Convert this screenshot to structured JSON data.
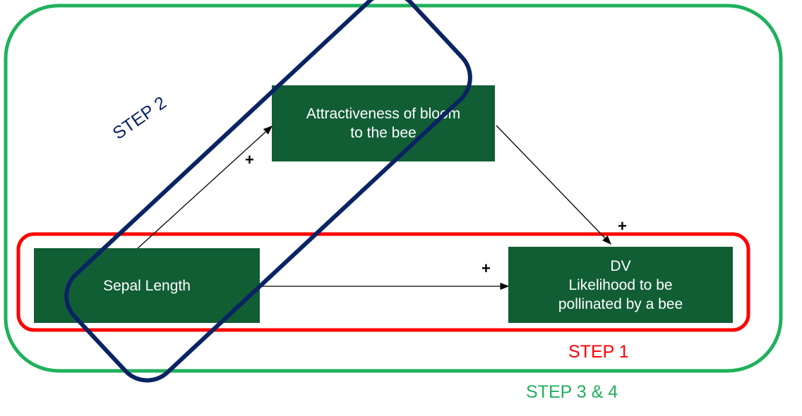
{
  "colors": {
    "node_fill": "#115e35",
    "node_text": "#ffffff",
    "step1": "#ff0000",
    "step2": "#0a2463",
    "step34": "#1fb15c",
    "arrow": "#000000"
  },
  "nodes": {
    "sepal": {
      "line1": "Sepal Length"
    },
    "attract": {
      "line1": "Attractiveness of bloom",
      "line2": "to the bee"
    },
    "dv": {
      "line1": "DV",
      "line2": "Likelihood to be",
      "line3": "pollinated by a bee"
    }
  },
  "signs": {
    "sepal_to_attract": "+",
    "attract_to_dv": "+",
    "sepal_to_dv": "+"
  },
  "steps": {
    "step1": "STEP 1",
    "step2": "STEP 2",
    "step34": "STEP 3 & 4"
  }
}
